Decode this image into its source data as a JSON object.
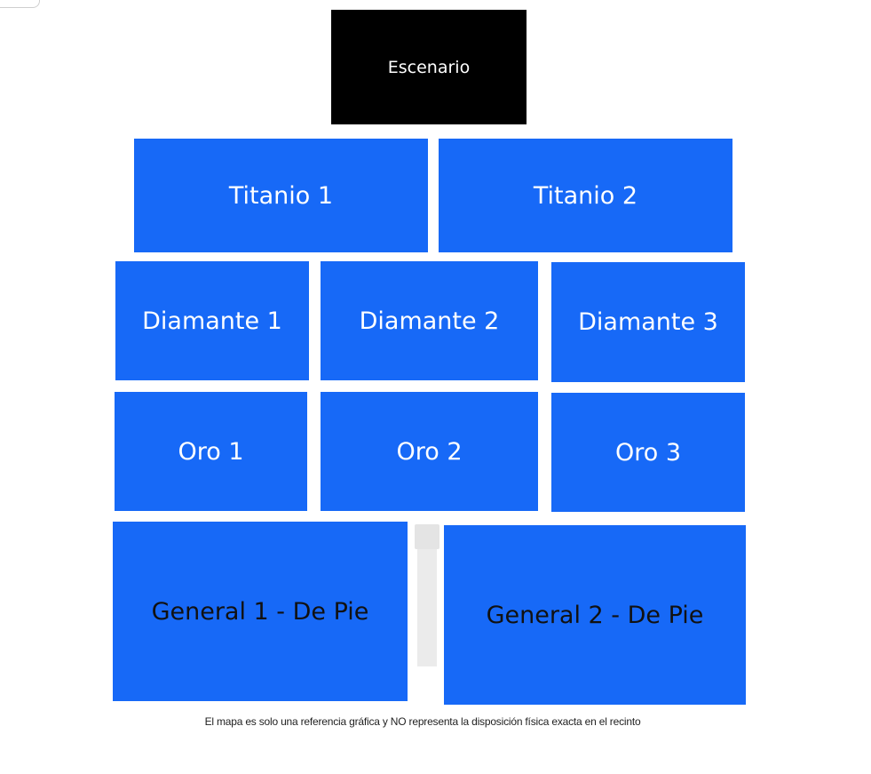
{
  "stage": {
    "label": "Escenario"
  },
  "zones": {
    "titanio_1": "Titanio 1",
    "titanio_2": "Titanio 2",
    "diamante_1": "Diamante 1",
    "diamante_2": "Diamante 2",
    "diamante_3": "Diamante 3",
    "oro_1": "Oro 1",
    "oro_2": "Oro 2",
    "oro_3": "Oro 3",
    "general_1": "General 1 - De Pie",
    "general_2": "General 2 - De Pie"
  },
  "disclaimer": "El mapa es solo una referencia gráfica y NO representa la disposición física exacta en el recinto",
  "colors": {
    "zone": "#1769f7",
    "stage": "#000000",
    "aisle": "#ebebeb"
  }
}
